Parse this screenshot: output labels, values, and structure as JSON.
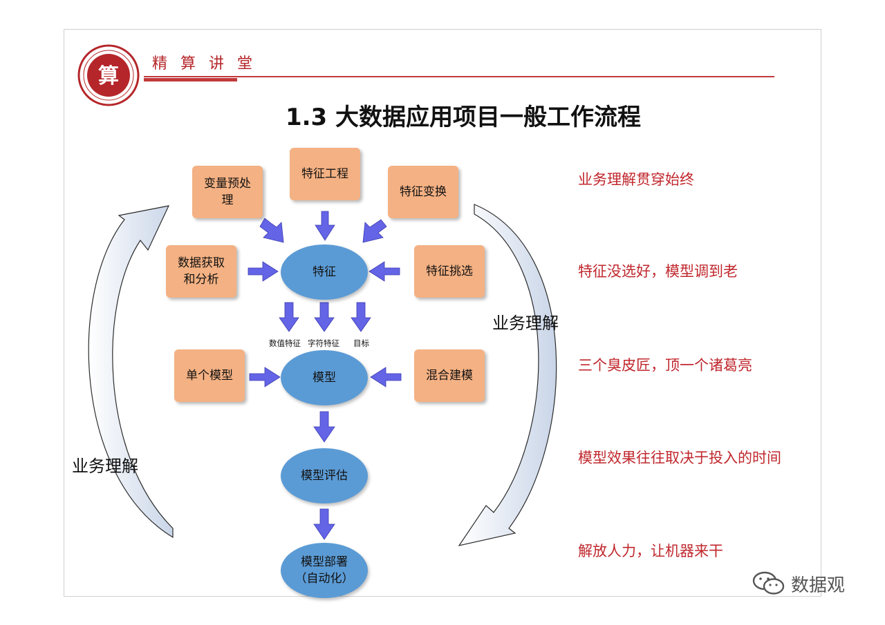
{
  "header": {
    "brand": "精 算 讲 堂",
    "title": "1.3 大数据应用项目一般工作流程"
  },
  "boxes": {
    "preprocess": "变量预处\n理",
    "feature_eng": "特征工程",
    "feature_transform": "特征变换",
    "data_acquire": "数据获取\n和分析",
    "feature_select": "特征挑选",
    "single_model": "单个模型",
    "mixed_model": "混合建模"
  },
  "ellipses": {
    "feature": "特征",
    "model": "模型",
    "evaluate": "模型评估",
    "deploy": "模型部署\n（自动化）"
  },
  "feature_types": [
    "数值特征",
    "字符特征",
    "目标"
  ],
  "cycle_label_left": "业务理解",
  "cycle_label_right": "业务理解",
  "notes": [
    "业务理解贯穿始终",
    "特征没选好，模型调到老",
    "三个臭皮匠，顶一个诸葛亮",
    "模型效果往往取决于投入的时间",
    "解放人力，让机器来干"
  ],
  "watermark": "数据观",
  "colors": {
    "box_fill": "#f4b183",
    "ellipse_fill": "#5b9bd5",
    "arrow": "#6464e6",
    "note_red": "#c0272d",
    "brand_red": "#b5262a"
  }
}
